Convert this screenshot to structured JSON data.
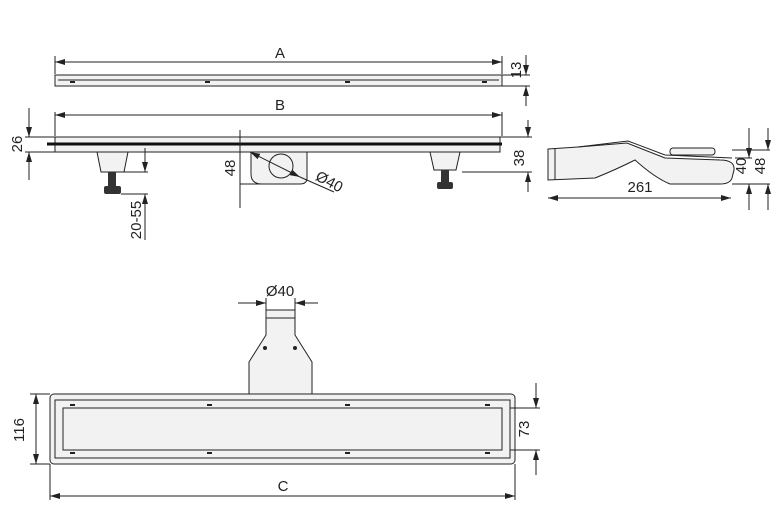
{
  "labels": {
    "length_a": "A",
    "height_13": "13",
    "length_b": "B",
    "height_26": "26",
    "adjust_20_55": "20-55",
    "outlet_48": "48",
    "outlet_diam": "Ø40",
    "height_38": "38",
    "side_261": "261",
    "side_40": "40",
    "side_48": "48",
    "pipe_diam": "Ø40",
    "width_116": "116",
    "width_73": "73",
    "length_c": "C"
  },
  "colors": {
    "line": "#222222",
    "fill": "#f2f2f2"
  }
}
